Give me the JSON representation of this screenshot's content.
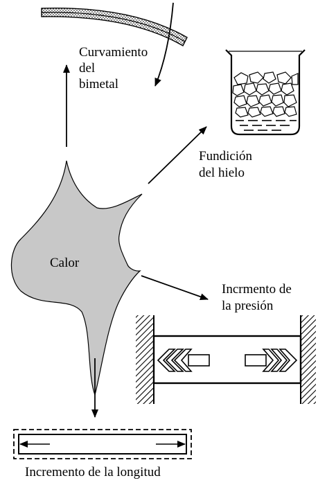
{
  "labels": {
    "bimetal_line1": "Curvamiento",
    "bimetal_line2": "del",
    "bimetal_line3": "bimetal",
    "ice_line1": "Fundición",
    "ice_line2": "del hielo",
    "heat": "Calor",
    "pressure_line1": "Incrmento de",
    "pressure_line2": "la presión",
    "length": "Incremento de la longitud"
  },
  "colors": {
    "ink": "#000000",
    "heat_fill": "#c8c8c8",
    "background": "#ffffff"
  }
}
